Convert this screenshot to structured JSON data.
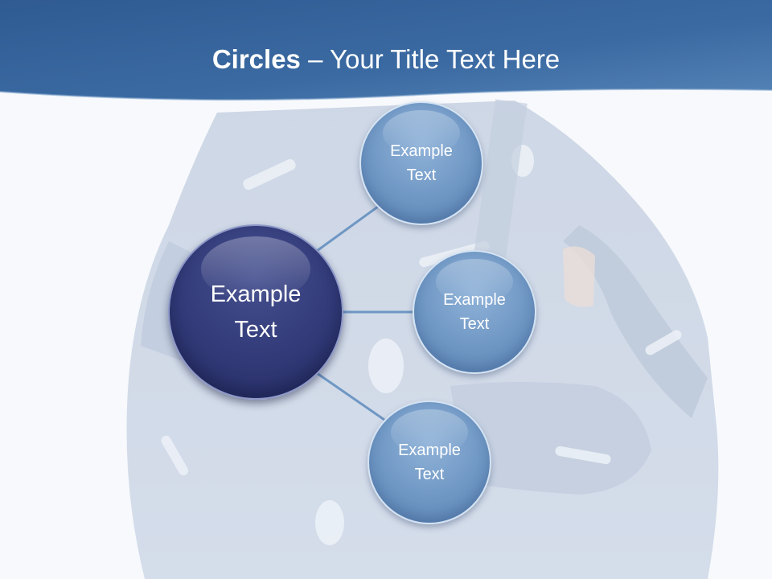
{
  "title": {
    "bold": "Circles",
    "rest": " – Your Title Text Here"
  },
  "center_circle": {
    "label": "Example\nText"
  },
  "circles": [
    {
      "label": "Example\nText"
    },
    {
      "label": "Example\nText"
    },
    {
      "label": "Example\nText"
    }
  ],
  "colors": {
    "banner": "#3f6fa6",
    "center_fill": "#323a78",
    "small_fill": "#6f97c4",
    "connector": "#6f97c4"
  }
}
